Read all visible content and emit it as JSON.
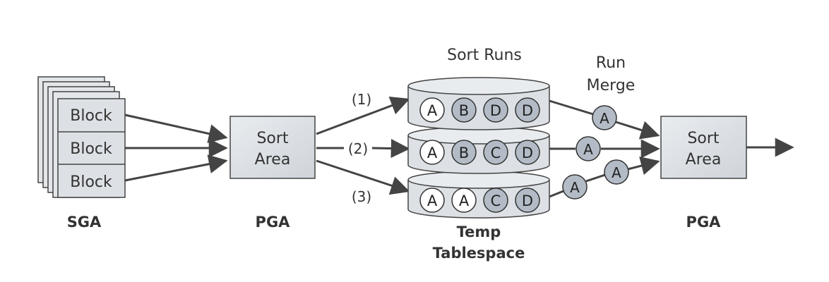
{
  "sga": {
    "blocks": [
      "Block",
      "Block",
      "Block"
    ],
    "label": "SGA"
  },
  "pga_left": {
    "line1": "Sort",
    "line2": "Area",
    "label": "PGA"
  },
  "pga_right": {
    "line1": "Sort",
    "line2": "Area",
    "label": "PGA"
  },
  "sort_runs_title": "Sort Runs",
  "run_merge": {
    "line1": "Run",
    "line2": "Merge"
  },
  "runs": [
    {
      "id": "(1)",
      "cells": [
        {
          "letter": "A",
          "filled": false
        },
        {
          "letter": "B",
          "filled": true
        },
        {
          "letter": "D",
          "filled": true
        },
        {
          "letter": "D",
          "filled": true
        }
      ]
    },
    {
      "id": "(2)",
      "cells": [
        {
          "letter": "A",
          "filled": false
        },
        {
          "letter": "B",
          "filled": true
        },
        {
          "letter": "C",
          "filled": true
        },
        {
          "letter": "D",
          "filled": true
        }
      ]
    },
    {
      "id": "(3)",
      "cells": [
        {
          "letter": "A",
          "filled": false
        },
        {
          "letter": "A",
          "filled": false
        },
        {
          "letter": "C",
          "filled": true
        },
        {
          "letter": "D",
          "filled": true
        }
      ]
    }
  ],
  "merge_tokens": [
    "A",
    "A",
    "A",
    "A"
  ],
  "temp_tablespace": {
    "line1": "Temp",
    "line2": "Tablespace"
  },
  "colors": {
    "box_fill": "#dfe3e8",
    "circle_fill": "#b3bcc6",
    "stroke": "#3a3a3a",
    "arrow": "#444444"
  }
}
